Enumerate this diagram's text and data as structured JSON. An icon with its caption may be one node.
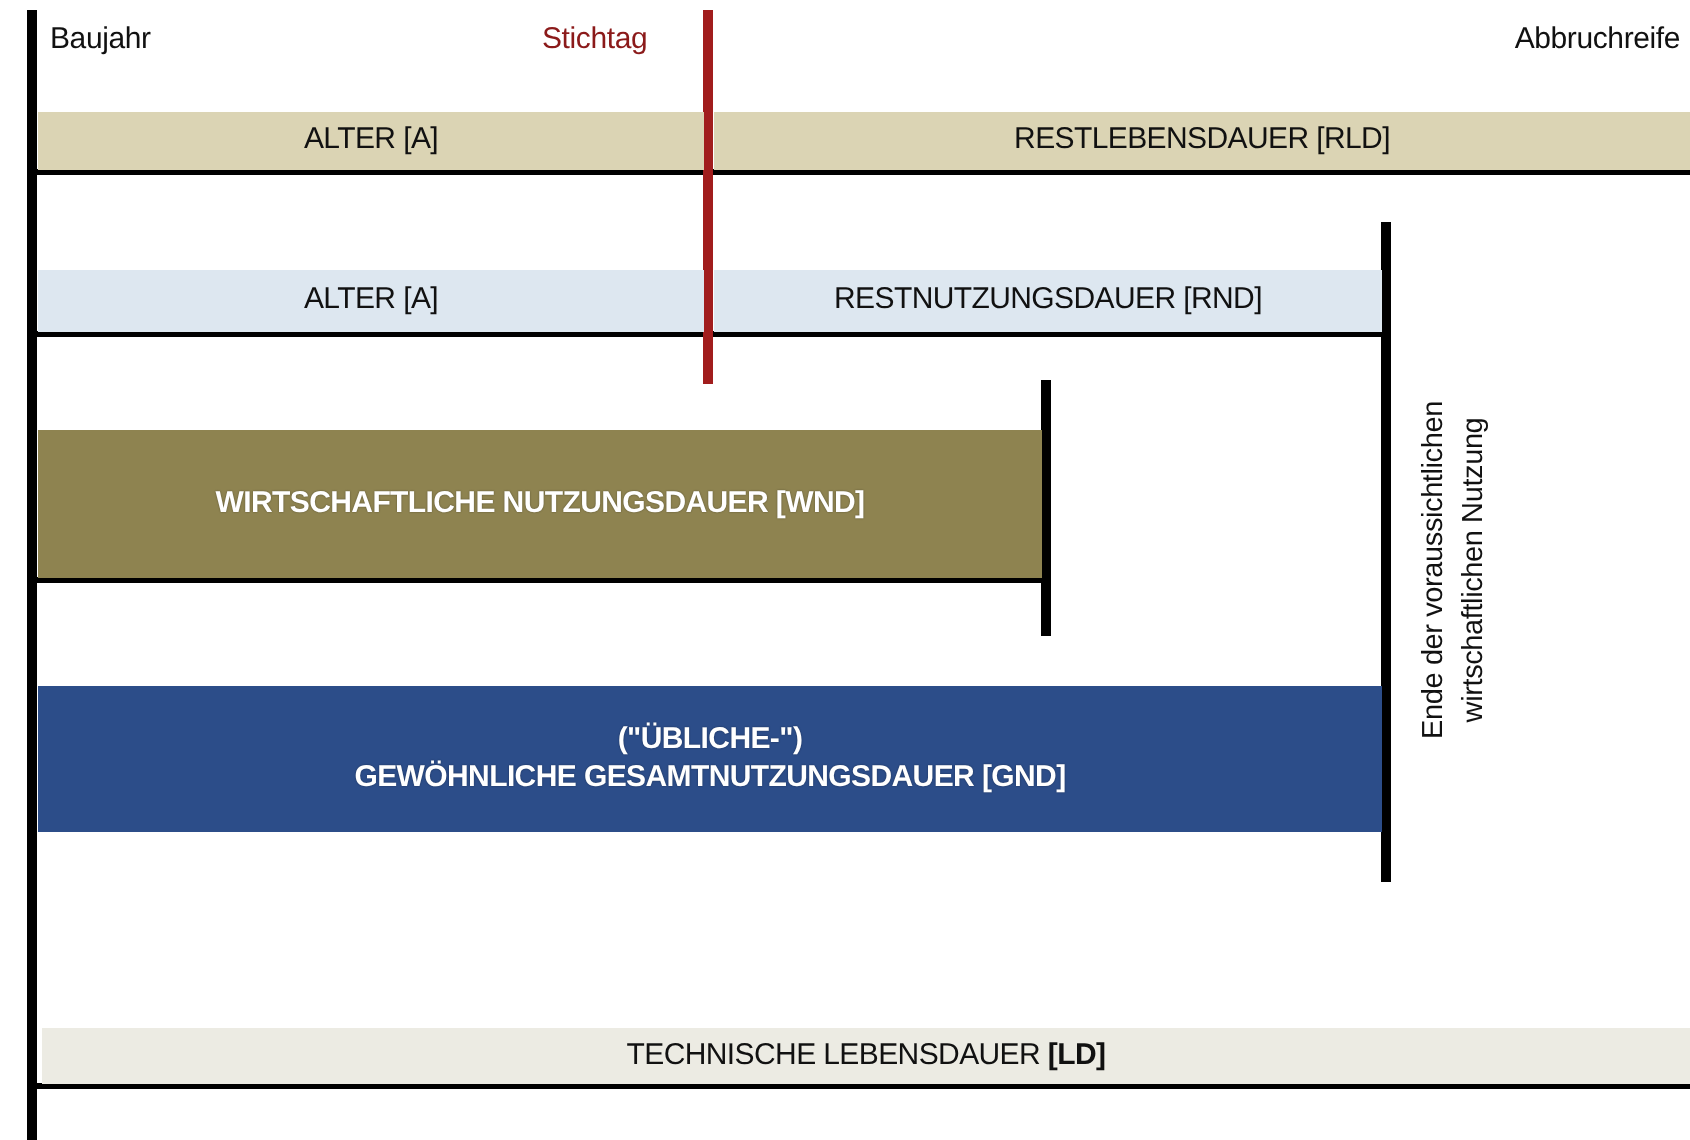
{
  "diagram": {
    "nodes": [
      {
        "text": [
          "ALTER [A]"
        ]
      },
      {
        "text": [
          "RESTLEBENSDAUER [RLD]"
        ]
      },
      {
        "text": [
          "ALTER [A]"
        ]
      },
      {
        "text": [
          "RESTNUTZUNGSDAUER [RND]"
        ]
      },
      {
        "text": [
          "WIRTSCHAFTLICHE NUTZUNGSDAUER [WND]"
        ]
      },
      {
        "text": [
          "(\"ÜBLICHE-\")",
          "GEWÖHNLICHE GESAMTNUTZUNGSDAUER [GND]"
        ]
      },
      {
        "text": [
          "TECHNISCHE LEBENSDAUER **[LD]**"
        ]
      }
    ],
    "labels": [
      "Baujahr",
      "Stichtag",
      "Abbruchreife",
      "Ende der voraussichtlichen wirtschaftlichen Nutzung"
    ]
  }
}
